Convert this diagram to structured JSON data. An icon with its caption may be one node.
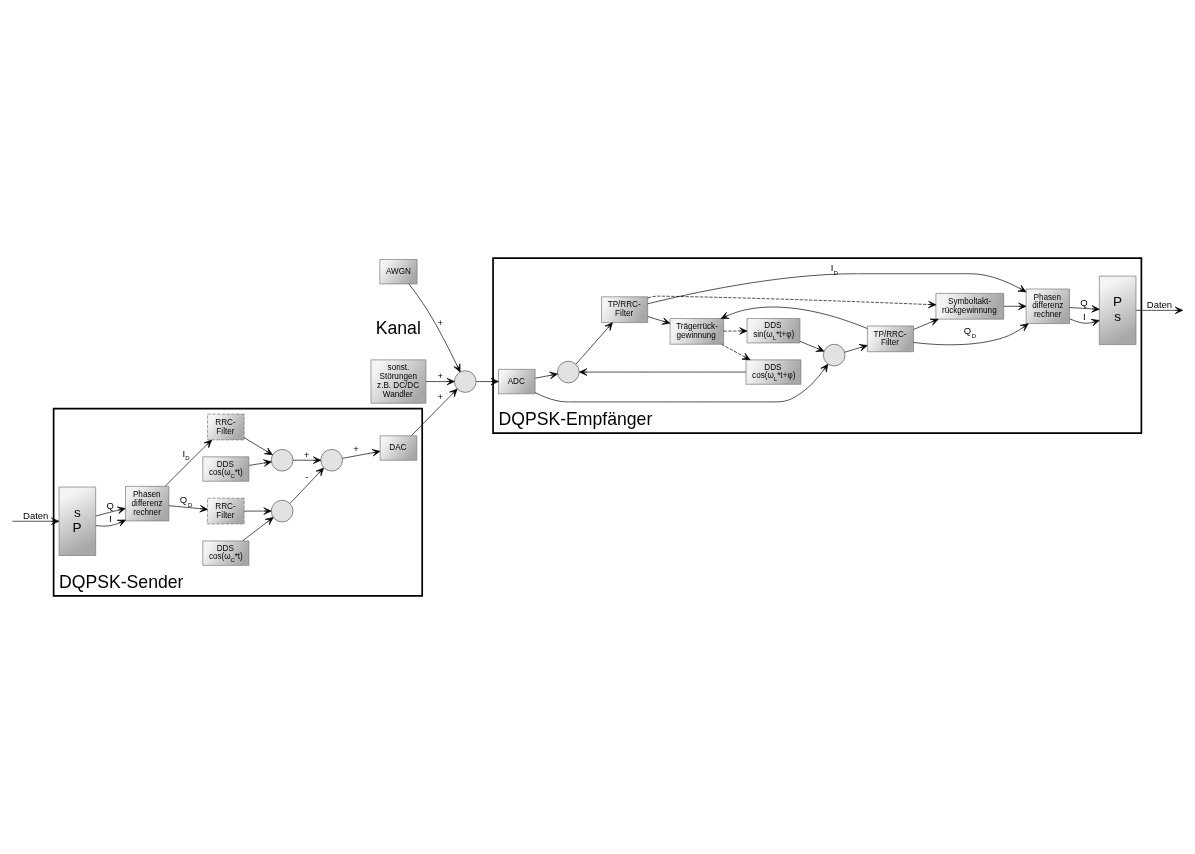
{
  "diagram": {
    "nodes": [
      {
        "text": [
          "DQPSK-Sender"
        ]
      },
      {
        "text": [
          "s",
          "P"
        ],
        "in": 0
      },
      {
        "text": [
          "Phasen differenz rechner"
        ],
        "in": 0
      },
      {
        "text": [
          "RRC- Filter"
        ],
        "in": 0
      },
      {
        "text": [
          "RRC- Filter"
        ],
        "in": 0
      },
      {
        "text": [
          "DDS cos(ω$_{C}$*t)"
        ],
        "in": 0
      },
      {
        "text": [],
        "shape": "circle",
        "in": 0
      },
      {
        "text": [],
        "shape": "circle",
        "in": 0
      },
      {
        "text": [
          "DDS cos(ω$_{C}$*t)"
        ],
        "in": 0
      },
      {
        "text": [],
        "shape": "circle",
        "in": 0
      },
      {
        "text": [
          "DAC"
        ],
        "in": 0
      },
      {
        "text": [
          "AWGN"
        ]
      },
      {
        "text": [],
        "shape": "circle"
      },
      {
        "text": [
          "sonst. Störungen z.B. DC/DC Wandler"
        ]
      },
      {
        "text": [
          "DQPSK-Empfänger"
        ]
      },
      {
        "text": [
          "DDS cos(ω$_{L}$*t+φ)"
        ],
        "in": 14
      },
      {
        "text": [
          "ADC"
        ],
        "in": 14
      },
      {
        "text": [
          "DDS sin(ω$_{L}$*t+φ)"
        ],
        "in": 14
      },
      {
        "text": [],
        "shape": "circle",
        "in": 14
      },
      {
        "text": [],
        "shape": "circle",
        "in": 14
      },
      {
        "text": [
          "TP/RRC- Filter"
        ],
        "in": 14
      },
      {
        "text": [
          "TP/RRC- Filter"
        ],
        "in": 14
      },
      {
        "text": [
          "Trägerrück- gewinnung"
        ],
        "in": 14
      },
      {
        "text": [
          "Symboltakt- rückgewinnung"
        ],
        "in": 14
      },
      {
        "text": [
          "Phasen differenz rechner"
        ],
        "in": 14
      },
      {
        "text": [
          "P",
          "s"
        ],
        "in": 14
      }
    ],
    "edges": [
      {
        "from": null,
        "to": 1,
        "arrow": "to",
        "label": "Daten"
      },
      {
        "from": 1,
        "to": 2,
        "arrow": "to",
        "label": "I"
      },
      {
        "from": 1,
        "to": 2,
        "arrow": "to",
        "label": "Q"
      },
      {
        "from": 2,
        "to": 3,
        "arrow": "to",
        "label": "I$_{D}$"
      },
      {
        "from": 2,
        "to": 4,
        "arrow": "to",
        "label": "Q$_{D}$"
      },
      {
        "from": 3,
        "to": 6,
        "arrow": "to"
      },
      {
        "from": 5,
        "to": 6,
        "arrow": "to"
      },
      {
        "from": 4,
        "to": 7,
        "arrow": "to"
      },
      {
        "from": 8,
        "to": 7,
        "arrow": "to"
      },
      {
        "from": 6,
        "to": 9,
        "arrow": "to",
        "label": "+"
      },
      {
        "from": 7,
        "to": 9,
        "arrow": "to",
        "label": "-"
      },
      {
        "from": 9,
        "to": 10,
        "arrow": "to",
        "label": "+"
      },
      {
        "from": 10,
        "to": 12,
        "arrow": "to",
        "label": "+"
      },
      {
        "from": 11,
        "to": 12,
        "arrow": "to",
        "label": "+"
      },
      {
        "from": 13,
        "to": 12,
        "arrow": "to",
        "label": "+"
      },
      {
        "from": 12,
        "to": 16,
        "arrow": "to"
      },
      {
        "from": 15,
        "to": 18,
        "arrow": "to"
      },
      {
        "from": 16,
        "to": 18,
        "arrow": "to"
      },
      {
        "from": 16,
        "to": 19,
        "arrow": "to"
      },
      {
        "from": 17,
        "to": 19,
        "arrow": "to"
      },
      {
        "from": 18,
        "to": 20,
        "arrow": "to"
      },
      {
        "from": 19,
        "to": 21,
        "arrow": "to"
      },
      {
        "from": 20,
        "to": 24,
        "arrow": "to",
        "label": "I$_{D}$"
      },
      {
        "from": 21,
        "to": 24,
        "arrow": "to",
        "label": "Q$_{D}$"
      },
      {
        "from": 20,
        "to": 22,
        "arrow": "to"
      },
      {
        "from": 21,
        "to": 22,
        "arrow": "to"
      },
      {
        "from": 20,
        "to": 23,
        "arrow": "to",
        "style": "dashed"
      },
      {
        "from": 21,
        "to": 23,
        "arrow": "to"
      },
      {
        "from": 22,
        "to": 15,
        "arrow": "to",
        "style": "dashed"
      },
      {
        "from": 22,
        "to": 17,
        "arrow": "to",
        "style": "dashed"
      },
      {
        "from": 23,
        "to": 24,
        "arrow": "to"
      },
      {
        "from": 24,
        "to": 25,
        "arrow": "to",
        "label": "I"
      },
      {
        "from": 24,
        "to": 25,
        "arrow": "to",
        "label": "Q"
      },
      {
        "from": 25,
        "to": null,
        "arrow": "to",
        "label": "Daten"
      }
    ],
    "labels": [
      "Kanal"
    ]
  }
}
